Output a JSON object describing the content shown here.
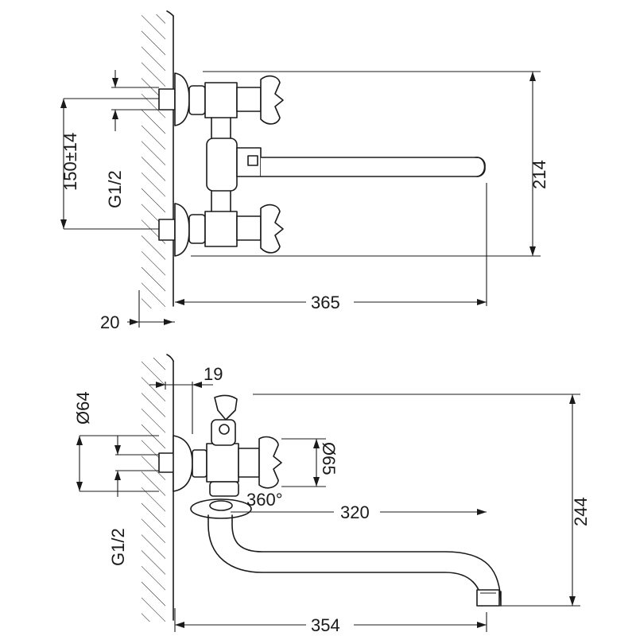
{
  "top_view": {
    "dims": {
      "center_distance": "150±14",
      "thread": "G1/2",
      "height": "214",
      "reach": "365",
      "wall_offset": "20"
    }
  },
  "side_view": {
    "dims": {
      "wall_to_body": "19",
      "flange_diameter": "Ø64",
      "thread": "G1/2",
      "handle_diameter": "Ø65",
      "swivel": "360°",
      "spout_length": "320",
      "total_height": "244",
      "total_reach": "354"
    }
  }
}
